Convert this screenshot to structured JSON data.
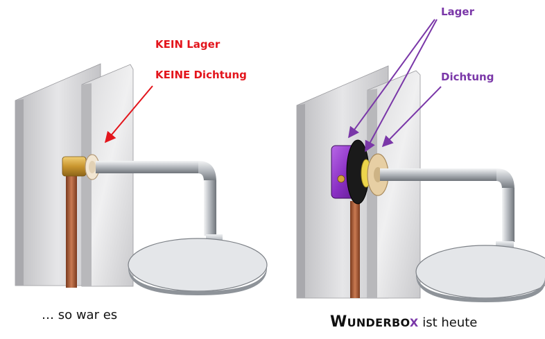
{
  "left_panel": {
    "label_bearing": "KEIN Lager",
    "label_seal": "KEINE Dichtung",
    "caption": "… so war es"
  },
  "right_panel": {
    "label_bearing": "Lager",
    "label_seal": "Dichtung",
    "brand_w": "W",
    "brand_mid": "UNDERBO",
    "brand_x": "X",
    "caption_rest": " ist heute"
  },
  "colors": {
    "red": "#e3151c",
    "purple": "#7a37a8",
    "brass": "#d4a33a",
    "copper": "#b5633a",
    "chrome": "#c8ccd0",
    "panel": "#cfcfd2"
  }
}
